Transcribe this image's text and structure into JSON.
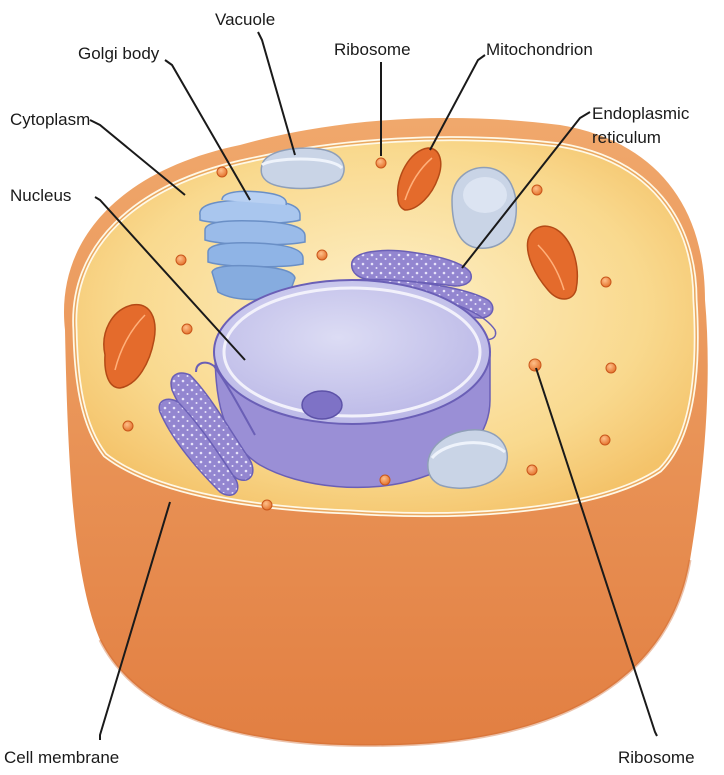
{
  "labels": {
    "vacuole": "Vacuole",
    "golgi_body": "Golgi body",
    "ribosome_top": "Ribosome",
    "mitochondrion": "Mitochondrion",
    "endoplasmic_line1": "Endoplasmic",
    "endoplasmic_line2": "reticulum",
    "cytoplasm": "Cytoplasm",
    "nucleus": "Nucleus",
    "cell_membrane": "Cell membrane",
    "ribosome_bottom": "Ribosome"
  },
  "colors": {
    "membrane_outer": "#e8955a",
    "membrane_dark": "#d8753c",
    "cytoplasm": "#f9d78c",
    "cytoplasm_light": "#fce9b8",
    "nucleus": "#9a8fd6",
    "nucleus_top": "#c9c7ec",
    "nucleolus": "#7e72c6",
    "golgi": "#8fb4e6",
    "vacuole": "#c9d4e6",
    "mitochondrion": "#e46b2c",
    "ribosome": "#f08a3c"
  }
}
